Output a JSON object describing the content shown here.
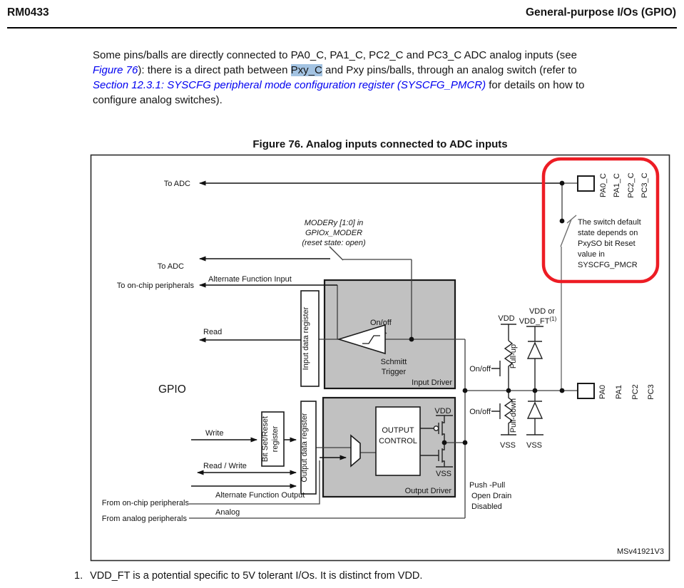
{
  "header": {
    "doc_ref": "RM0433",
    "section_title": "General-purpose I/Os (GPIO)"
  },
  "body": {
    "segments": [
      {
        "text": "Some pins/balls are directly connected to PA0_C, PA1_C, PC2_C and PC3_C ADC analog inputs (see ",
        "style": "plain"
      },
      {
        "text": "Figure 76",
        "style": "link"
      },
      {
        "text": "): there is a direct path between ",
        "style": "plain"
      },
      {
        "text": "Pxy_C",
        "style": "highlight"
      },
      {
        "text": " and Pxy pins/balls, through an analog switch (refer to ",
        "style": "plain"
      },
      {
        "text": "Section 12.3.1: SYSCFG peripheral mode configuration register (SYSCFG_PMCR)",
        "style": "link"
      },
      {
        "text": " for details on how to configure analog switches).",
        "style": "plain"
      }
    ]
  },
  "figure": {
    "title": "Figure 76. Analog inputs connected to ADC inputs",
    "code": "MSv41921V3",
    "labels": {
      "to_adc_top": "To ADC",
      "to_adc_mid": "To ADC",
      "moder_l1": "MODERy [1:0] in",
      "moder_l2": "GPIOx_MODER",
      "moder_l3": "(reset state: open)",
      "alt_func_input": "Alternate Function Input",
      "to_onchip": "To on-chip peripherals",
      "read": "Read",
      "gpio": "GPIO",
      "input_data_register": "Input data register",
      "onoff_schmitt": "On/off",
      "schmitt_l1": "Schmitt",
      "schmitt_l2": "Trigger",
      "input_driver": "Input Driver",
      "write": "Write",
      "bsrr_l1": "Bit Set/Reset",
      "bsrr_l2": "register",
      "output_data_register": "Output data register",
      "read_write": "Read / Write",
      "alt_func_output": "Alternate Function Output",
      "from_onchip": "From on-chip peripherals",
      "analog": "Analog",
      "from_analog": "From analog peripherals",
      "output_control_l1": "OUTPUT",
      "output_control_l2": "CONTROL",
      "output_driver": "Output Driver",
      "vdd_pmos": "VDD",
      "vss_nmos": "VSS",
      "vdd_pull": "VDD",
      "vdd_ft_l1": "VDD or",
      "vdd_ft_l2": "VDD_FT",
      "vdd_ft_sup": "(1)",
      "pull_up": "Pull-up",
      "pull_down": "Pull-down",
      "onoff_pullup": "On/off",
      "onoff_pulldown": "On/off",
      "vss_pulldown": "VSS",
      "vss_diode": "VSS",
      "pp_l1": "Push -Pull",
      "pp_l2": "Open Drain",
      "pp_l3": "Disabled",
      "switch_note_l1": "The switch default",
      "switch_note_l2": "state depends on",
      "switch_note_l3": "PxySO bit Reset",
      "switch_note_l4": "value in",
      "switch_note_l5": "SYSCFG_PMCR"
    },
    "pins_c": [
      "PA0_C",
      "PA1_C",
      "PC2_C",
      "PC3_C"
    ],
    "pins": [
      "PA0",
      "PA1",
      "PC2",
      "PC3"
    ]
  },
  "footnote": {
    "marker": "1.",
    "text": "VDD_FT is a potential specific to 5V tolerant I/Os. It is distinct from VDD."
  },
  "colors": {
    "link_blue": "#0000f0",
    "selection_highlight": "#a3c3e2",
    "annotation_red": "#ed1c24",
    "block_fill_gray": "#c1c1c1"
  }
}
